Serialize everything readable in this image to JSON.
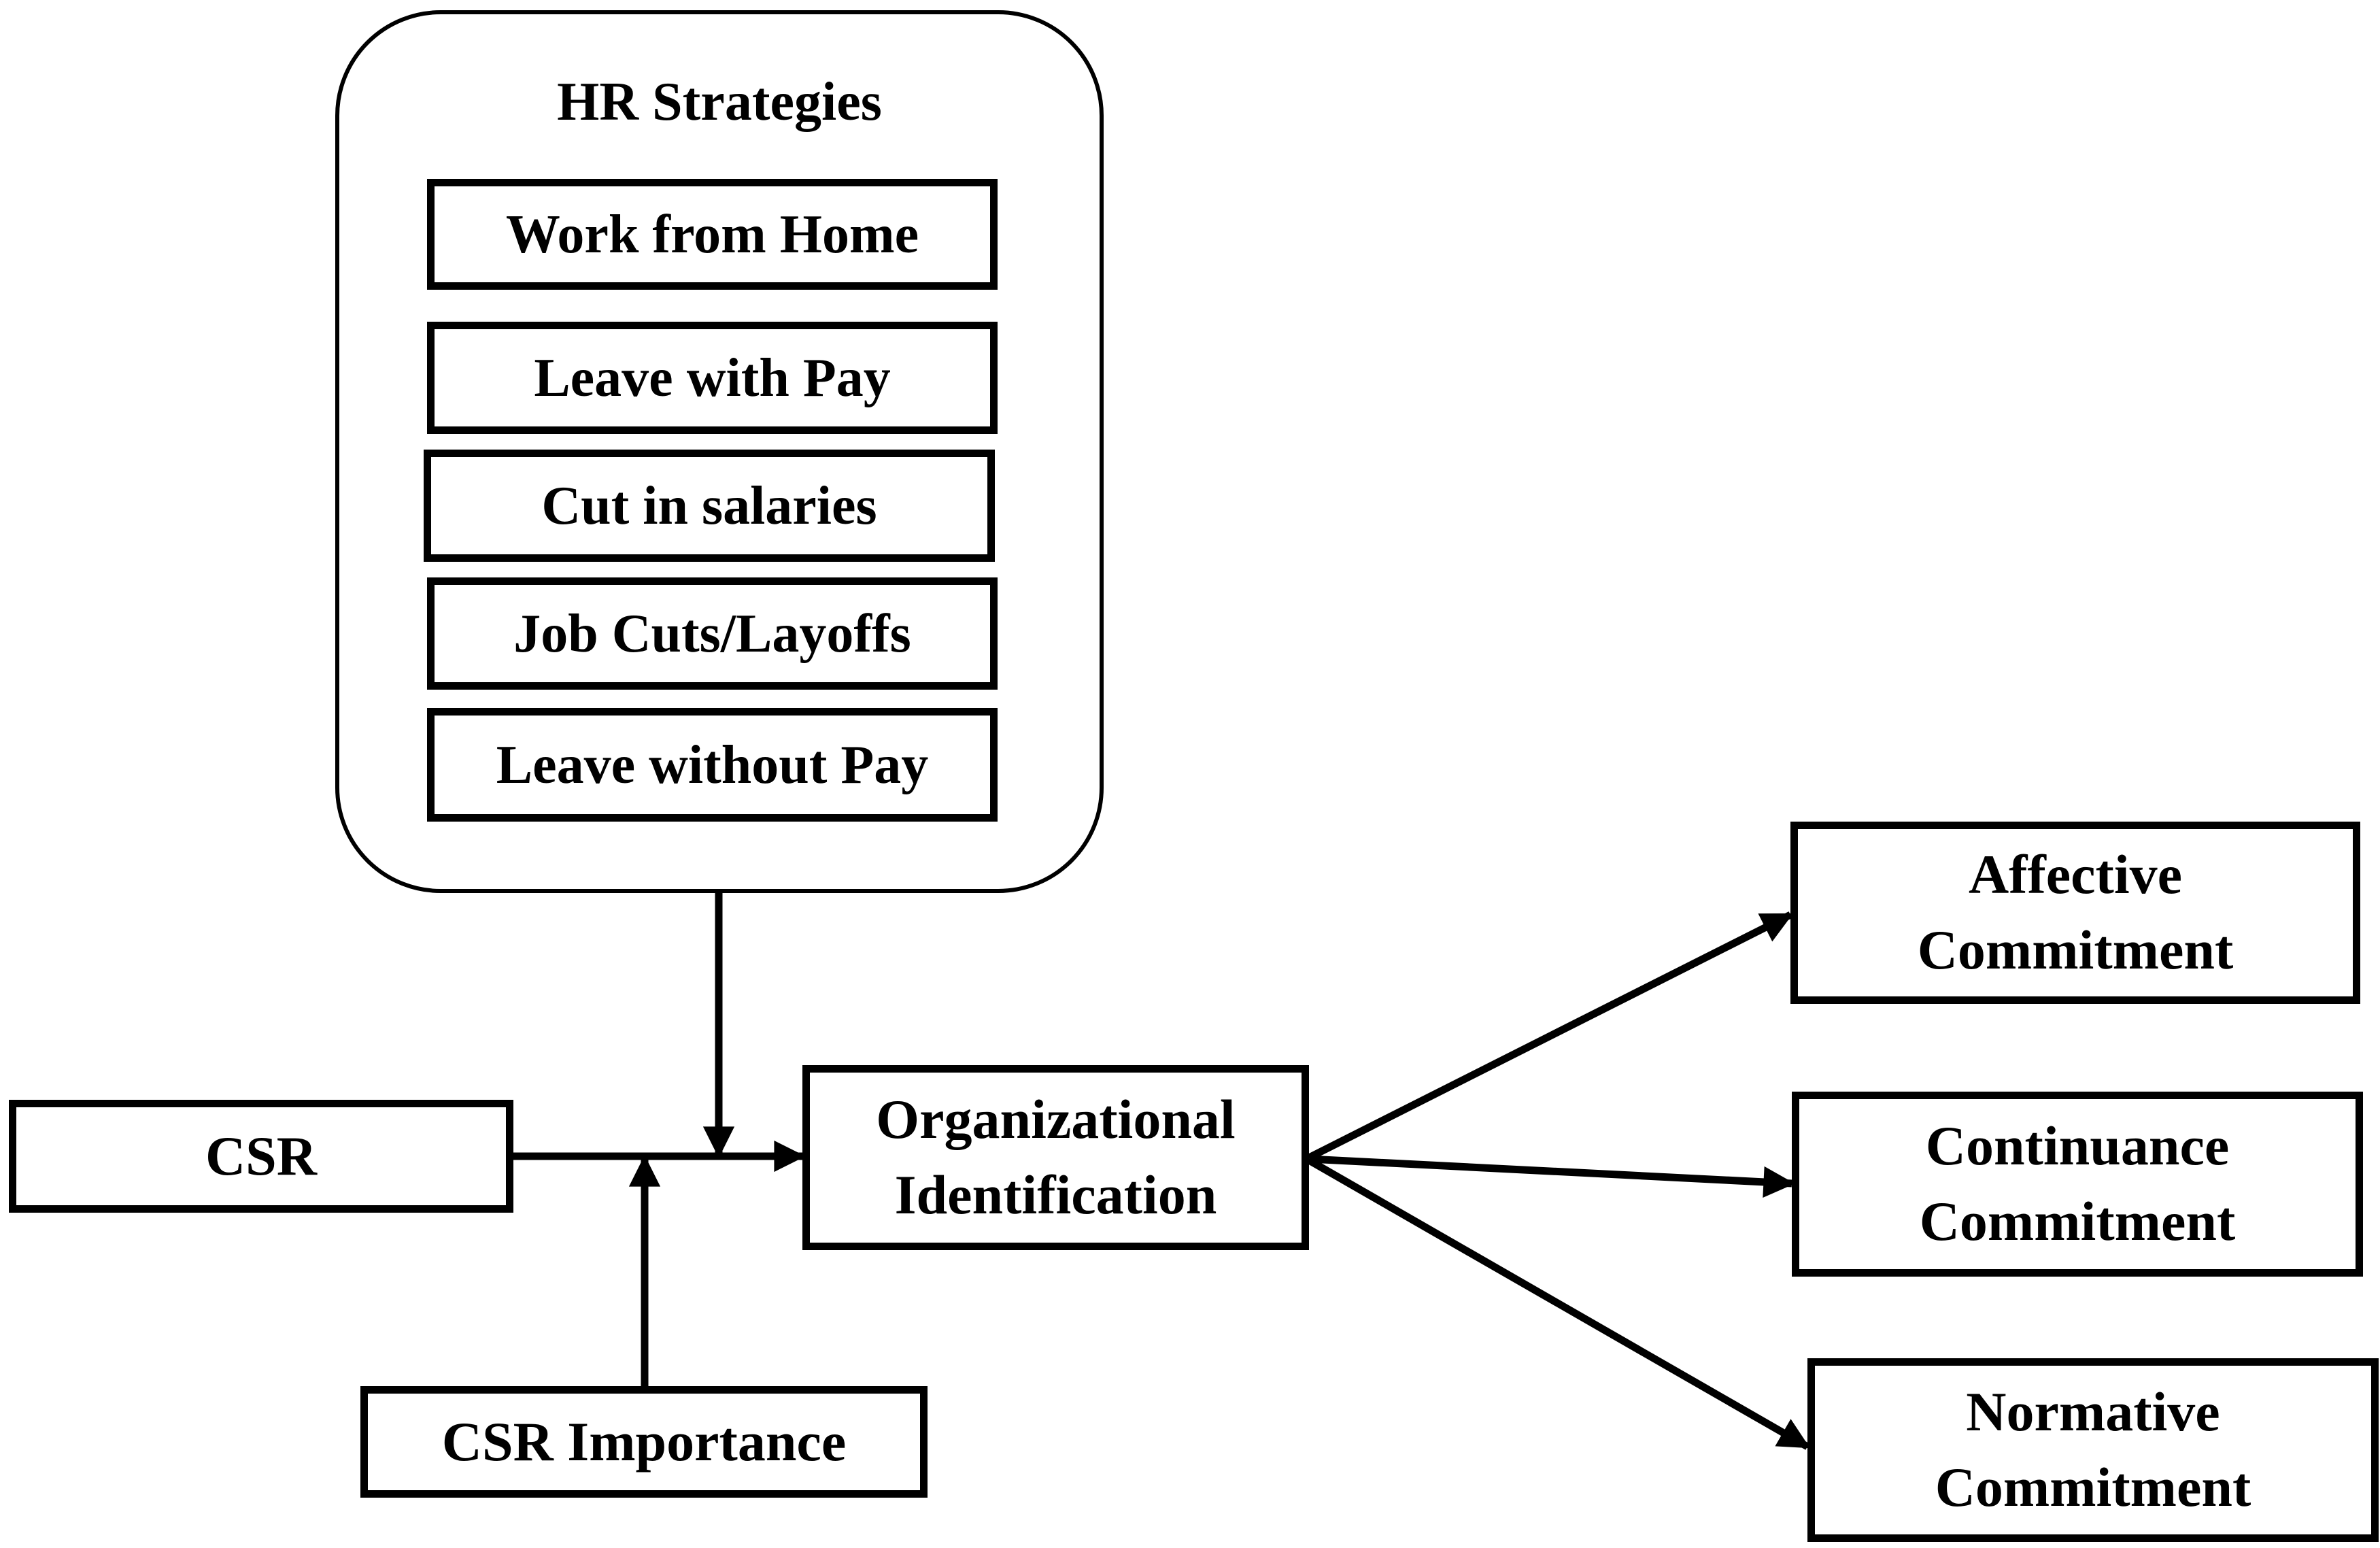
{
  "hr_group": {
    "title": "HR Strategies",
    "items": [
      "Work from Home",
      "Leave with Pay",
      "Cut in salaries",
      "Job Cuts/Layoffs",
      "Leave without Pay"
    ]
  },
  "nodes": {
    "csr": "CSR",
    "csr_importance": "CSR Importance",
    "org_id": {
      "line1": "Organizational",
      "line2": "Identification"
    },
    "affective": {
      "line1": "Affective",
      "line2": "Commitment"
    },
    "continuance": {
      "line1": "Continuance",
      "line2": "Commitment"
    },
    "normative": {
      "line1": "Normative",
      "line2": "Commitment"
    }
  }
}
